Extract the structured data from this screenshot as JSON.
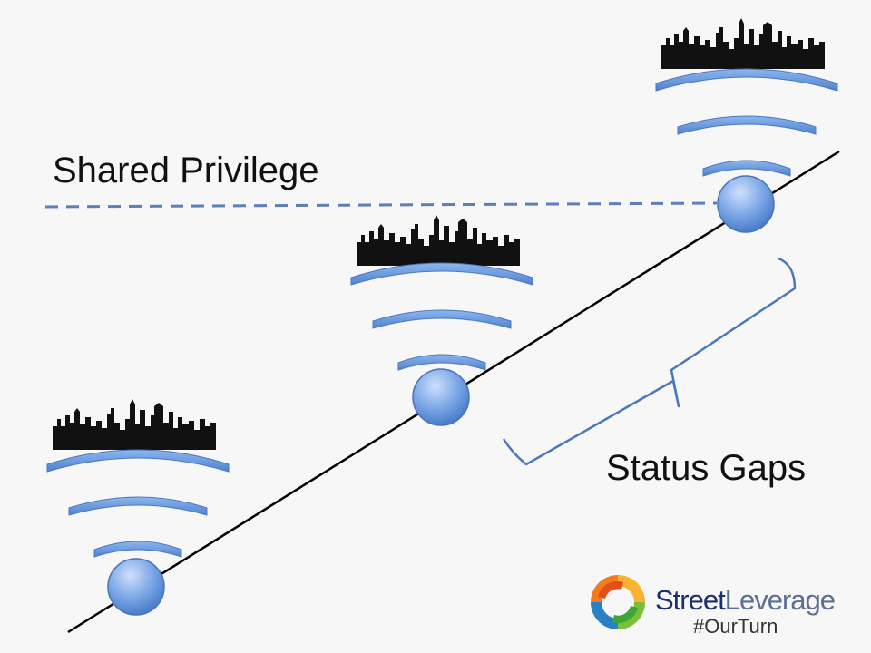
{
  "labels": {
    "shared_privilege": "Shared Privilege",
    "status_gaps": "Status Gaps"
  },
  "brand": {
    "name_part1": "Street",
    "name_part2": "Leverage",
    "hashtag": "#OurTurn"
  },
  "icons": {
    "node": "circle-node-icon",
    "signal": "signal-arcs-icon",
    "skyline": "city-skyline-icon",
    "logo": "street-leverage-logo-icon"
  },
  "colors": {
    "node_fill": "#5b8fd6",
    "arc_fill": "#6e9fe0",
    "dashed_line": "#5b7fb8",
    "brace": "#4a78b8",
    "skyline": "#111111",
    "background": "#f7f7f7"
  }
}
